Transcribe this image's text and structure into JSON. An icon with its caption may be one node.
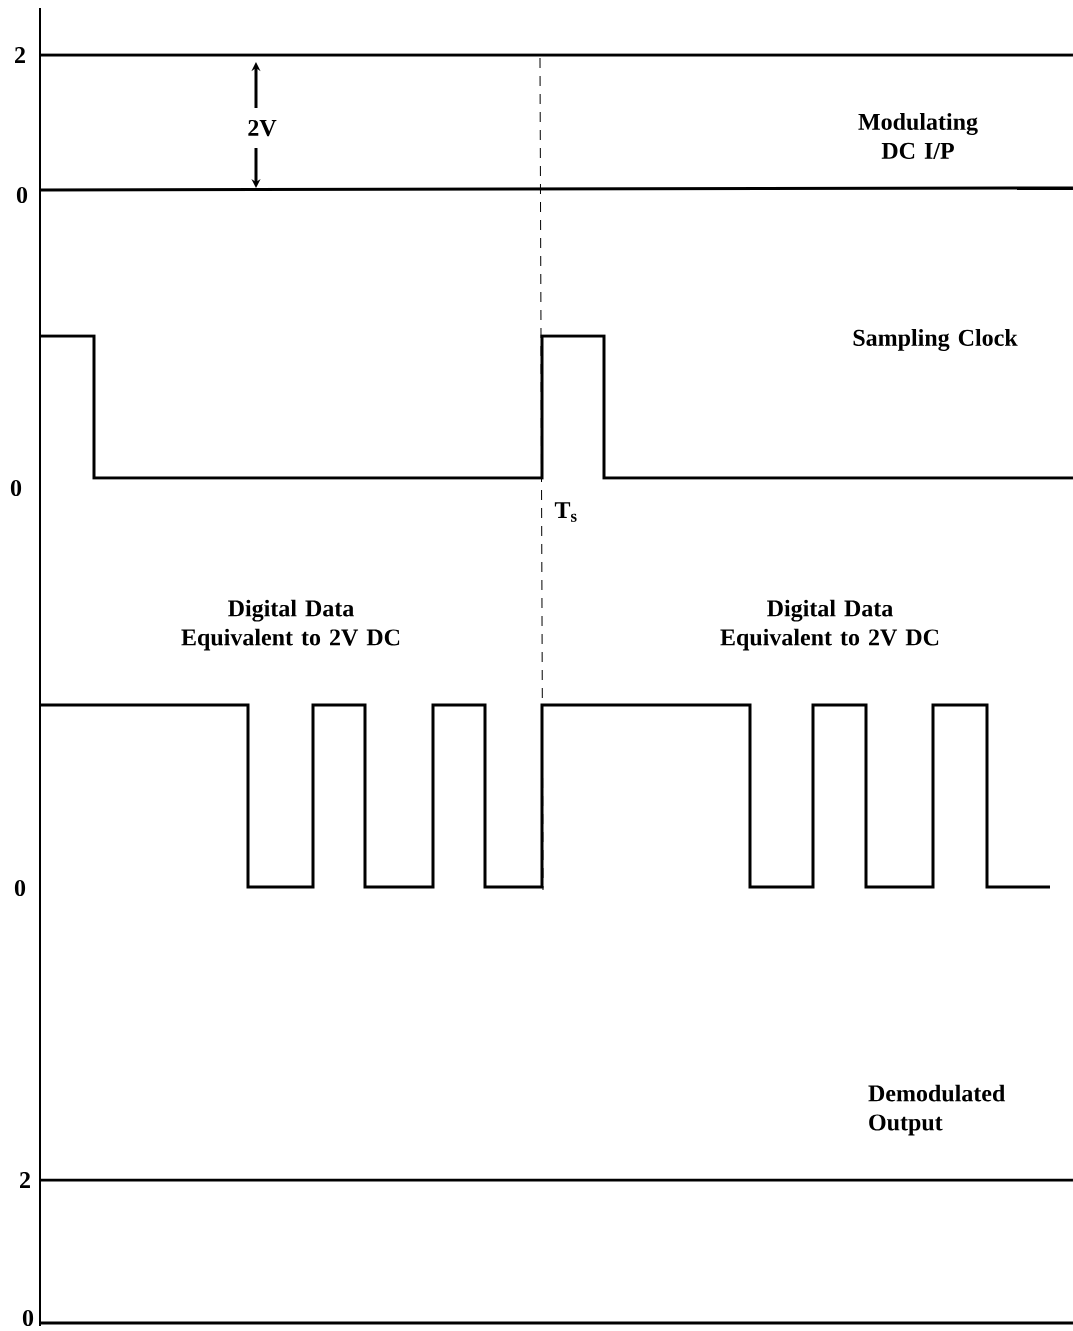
{
  "diagram": {
    "labels": [
      "2",
      "2V",
      "Modulating DC I/P",
      "0",
      "Sampling Clock",
      "0",
      "T$_{s}$",
      "Digital Data Equivalent to 2V DC",
      "Digital Data Equivalent to 2V DC",
      "0",
      "Demodulated Output",
      "2",
      "0"
    ]
  }
}
